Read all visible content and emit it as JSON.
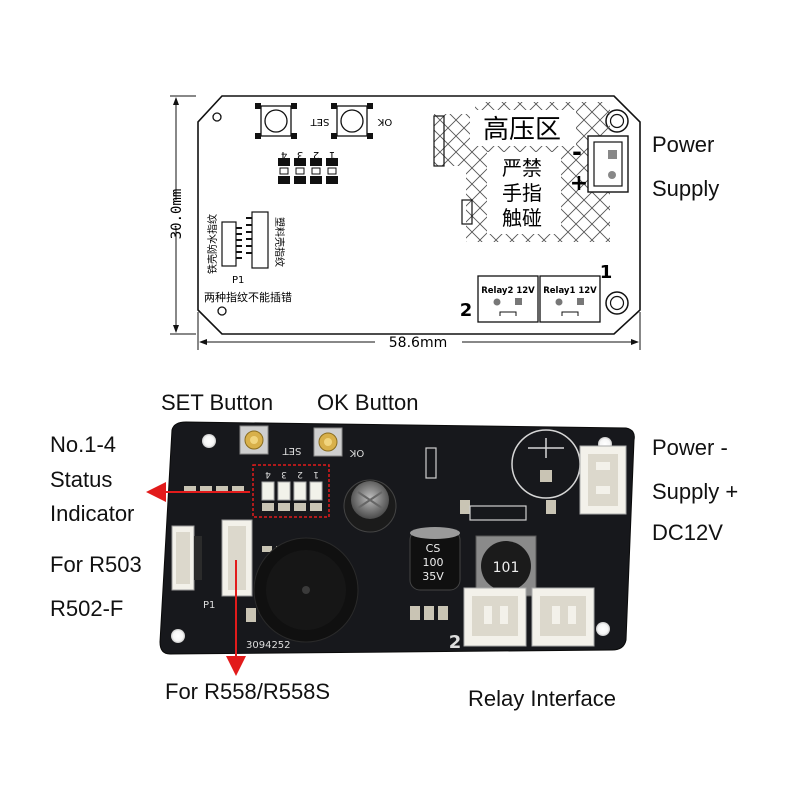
{
  "drawing": {
    "dim_height": "30.0mm",
    "dim_width": "58.6mm",
    "set_silk": "SET",
    "ok_silk": "OK",
    "led_numbers": [
      "4",
      "3",
      "2",
      "1"
    ],
    "hv_line1": "高压区",
    "hv_line2": "严禁",
    "hv_line3": "手指",
    "hv_line4": "触碰",
    "conn_left_label": "铁壳防水指纹",
    "conn_right_label": "塑料壳指纹",
    "p1_label": "P1",
    "warn_label": "两种指纹不能插错",
    "relay2_label": "Relay2  12V",
    "relay1_label": "Relay1  12V",
    "num_1": "1",
    "num_2": "2",
    "minus_sign": "-",
    "plus_sign": "+"
  },
  "callouts": {
    "power_line1": "Power",
    "power_line2": "Supply",
    "set_button": "SET Button",
    "ok_button": "OK Button",
    "status_line1": "No.1-4",
    "status_line2": "Status",
    "status_line3": "Indicator",
    "r503_line1": "For R503",
    "r503_line2": "R502-F",
    "r558": "For R558/R558S",
    "relay_interface": "Relay Interface",
    "power2_line1": "Power -",
    "power2_line2": "Supply +",
    "power2_line3": "DC12V"
  },
  "board": {
    "set_silk": "SET",
    "ok_silk": "OK",
    "led_numbers": [
      "4",
      "3",
      "2",
      "1"
    ],
    "cap_line1": "CS",
    "cap_line2": "100",
    "cap_line3": "35V",
    "inductor_text": "101",
    "serial": "3094252",
    "p1": "P1",
    "num_2": "2"
  },
  "colors": {
    "pcb": "#17181c",
    "arrow": "#e21b1b",
    "highlight": "#e21b1b",
    "connector": "#f3f1ea",
    "drawing_line": "#111111"
  }
}
